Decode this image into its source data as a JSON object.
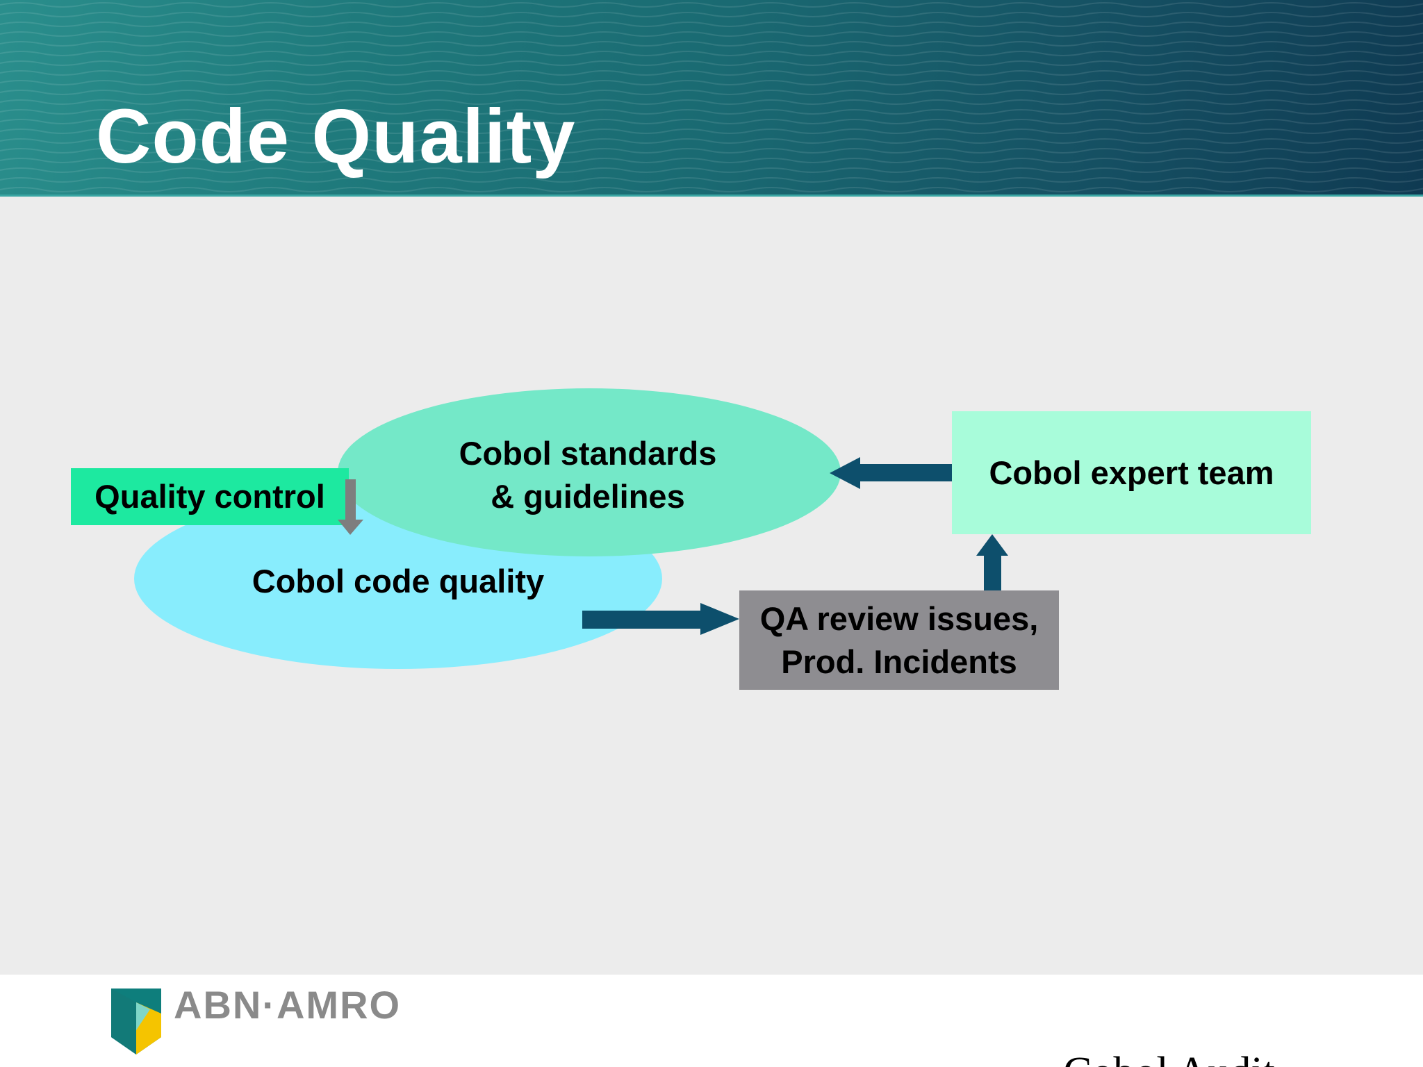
{
  "slide": {
    "title": "Code Quality"
  },
  "diagram": {
    "nodes": {
      "quality_control": "Quality control",
      "standards_line1": "Cobol standards",
      "standards_line2": "& guidelines",
      "code_quality": "Cobol code quality",
      "expert_team": "Cobol expert team",
      "qa_line1": "QA review issues,",
      "qa_line2": "Prod. Incidents"
    },
    "colors": {
      "quality_control_fill": "#1de9a0",
      "standards_fill": "#74e8c8",
      "code_quality_fill": "#88edfd",
      "expert_team_fill": "#a8fcda",
      "qa_fill": "#8e8d91",
      "arrow": "#0d4f6c",
      "small_arrow": "#7e7e7e"
    }
  },
  "footer": {
    "logo_name": "ABN·AMRO",
    "logo_icon": "abn-amro-shield-icon",
    "trailing_text": "Cobol Audit"
  }
}
